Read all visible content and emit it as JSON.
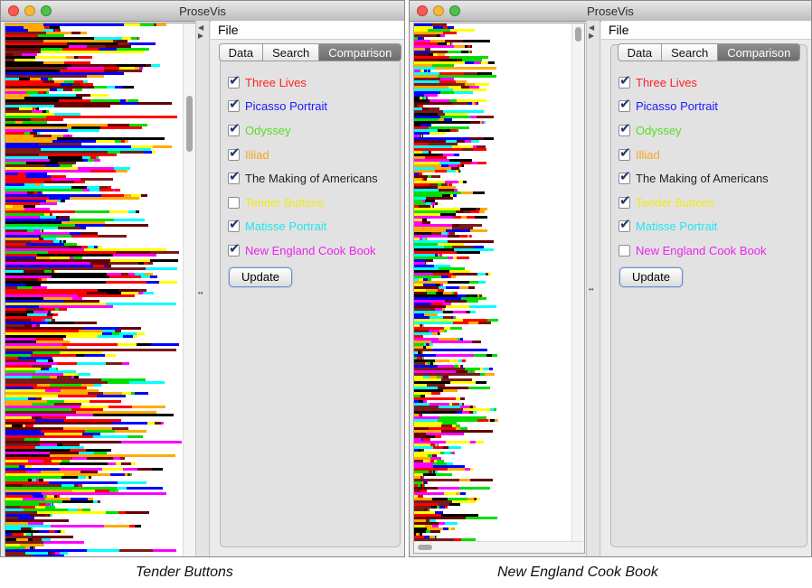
{
  "windows": [
    {
      "id": "left",
      "title": "ProseVis",
      "menu": {
        "file": "File"
      },
      "tabs": [
        {
          "label": "Data"
        },
        {
          "label": "Search"
        },
        {
          "label": "Comparison",
          "active": true
        }
      ],
      "texts": [
        {
          "label": "Three Lives",
          "checked": true,
          "color": "#ff2222"
        },
        {
          "label": "Picasso Portrait",
          "checked": true,
          "color": "#1a1aff"
        },
        {
          "label": "Odyssey",
          "checked": true,
          "color": "#55dd22"
        },
        {
          "label": "Illiad",
          "checked": true,
          "color": "#f5a623"
        },
        {
          "label": "The Making of Americans",
          "checked": true,
          "color": "#222222"
        },
        {
          "label": "Tender Buttons",
          "checked": false,
          "color": "#f2ea1a"
        },
        {
          "label": "Matisse Portrait",
          "checked": true,
          "color": "#22e5f0"
        },
        {
          "label": "New England Cook Book",
          "checked": true,
          "color": "#ee22ee"
        }
      ],
      "update_label": "Update",
      "caption": "Tender Buttons"
    },
    {
      "id": "right",
      "title": "ProseVis",
      "menu": {
        "file": "File"
      },
      "tabs": [
        {
          "label": "Data"
        },
        {
          "label": "Search"
        },
        {
          "label": "Comparison",
          "active": true
        }
      ],
      "texts": [
        {
          "label": "Three Lives",
          "checked": true,
          "color": "#ff2222"
        },
        {
          "label": "Picasso Portrait",
          "checked": true,
          "color": "#1a1aff"
        },
        {
          "label": "Odyssey",
          "checked": true,
          "color": "#55dd22"
        },
        {
          "label": "Illiad",
          "checked": true,
          "color": "#f5a623"
        },
        {
          "label": "The Making of Americans",
          "checked": true,
          "color": "#222222"
        },
        {
          "label": "Tender Buttons",
          "checked": true,
          "color": "#f2ea1a"
        },
        {
          "label": "Matisse Portrait",
          "checked": true,
          "color": "#22e5f0"
        },
        {
          "label": "New England Cook Book",
          "checked": false,
          "color": "#ee22ee"
        }
      ],
      "update_label": "Update",
      "caption": "New England Cook Book"
    }
  ],
  "palette": [
    "#ff0000",
    "#0000ff",
    "#00dd00",
    "#ffaa00",
    "#660000",
    "#ffff00",
    "#00ffff",
    "#ff00ff",
    "#000000",
    "#7a1a1a"
  ]
}
